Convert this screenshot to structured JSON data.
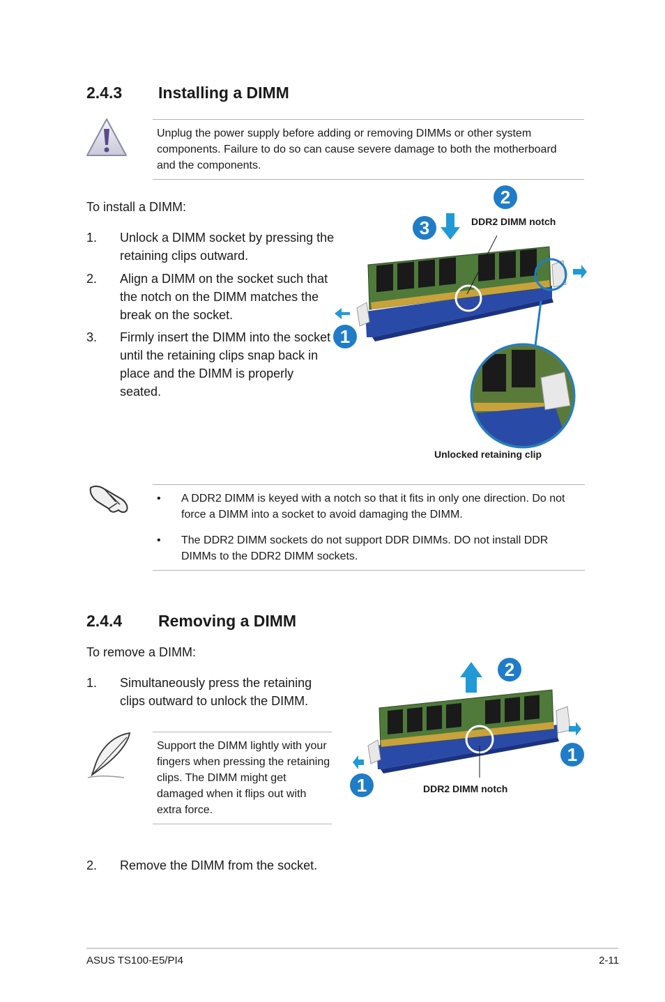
{
  "section_install": {
    "number": "2.4.3",
    "title": "Installing a DIMM",
    "warning": "Unplug the power supply before adding or removing DIMMs or other system components. Failure to do so can cause severe damage to both the motherboard and the components.",
    "intro": "To install a DIMM:",
    "steps": [
      {
        "n": "1.",
        "text": "Unlock a DIMM socket by pressing the retaining clips outward."
      },
      {
        "n": "2.",
        "text": "Align a DIMM on the socket such that the notch on the DIMM matches the break on the socket."
      },
      {
        "n": "3.",
        "text": "Firmly insert the DIMM into the socket until the retaining clips snap back in place and the DIMM is properly seated."
      }
    ],
    "figure": {
      "notch_label": "DDR2 DIMM notch",
      "clip_label": "Unlocked retaining clip",
      "badges": [
        "2",
        "3",
        "1"
      ]
    },
    "notes": [
      "A DDR2 DIMM is keyed with a notch so that it fits in only one direction. Do not force a DIMM into a socket to avoid damaging the DIMM.",
      "The DDR2 DIMM sockets do not support DDR DIMMs. DO not install DDR DIMMs to the DDR2 DIMM sockets."
    ],
    "bullet_char": "•"
  },
  "section_remove": {
    "number": "2.4.4",
    "title": "Removing a DIMM",
    "intro": "To remove a DIMM:",
    "step1": {
      "n": "1.",
      "text": "Simultaneously press the retaining clips outward to unlock the DIMM."
    },
    "tip": "Support the DIMM lightly with your fingers when pressing the retaining clips. The DIMM might get damaged when it flips out with extra force.",
    "step2": {
      "n": "2.",
      "text": "Remove the DIMM from the socket."
    },
    "figure": {
      "notch_label": "DDR2 DIMM notch",
      "badges": [
        "2",
        "1",
        "1"
      ]
    }
  },
  "footer": {
    "left": "ASUS TS100-E5/PI4",
    "right": "2-11"
  },
  "colors": {
    "accent_blue": "#1f7cc8",
    "socket_blue": "#2a4aa8",
    "pcb_green": "#4f7a3a",
    "rule_gray": "#b5b5b5"
  },
  "icons": [
    "warning-icon",
    "hand-note-icon",
    "feather-tip-icon"
  ]
}
